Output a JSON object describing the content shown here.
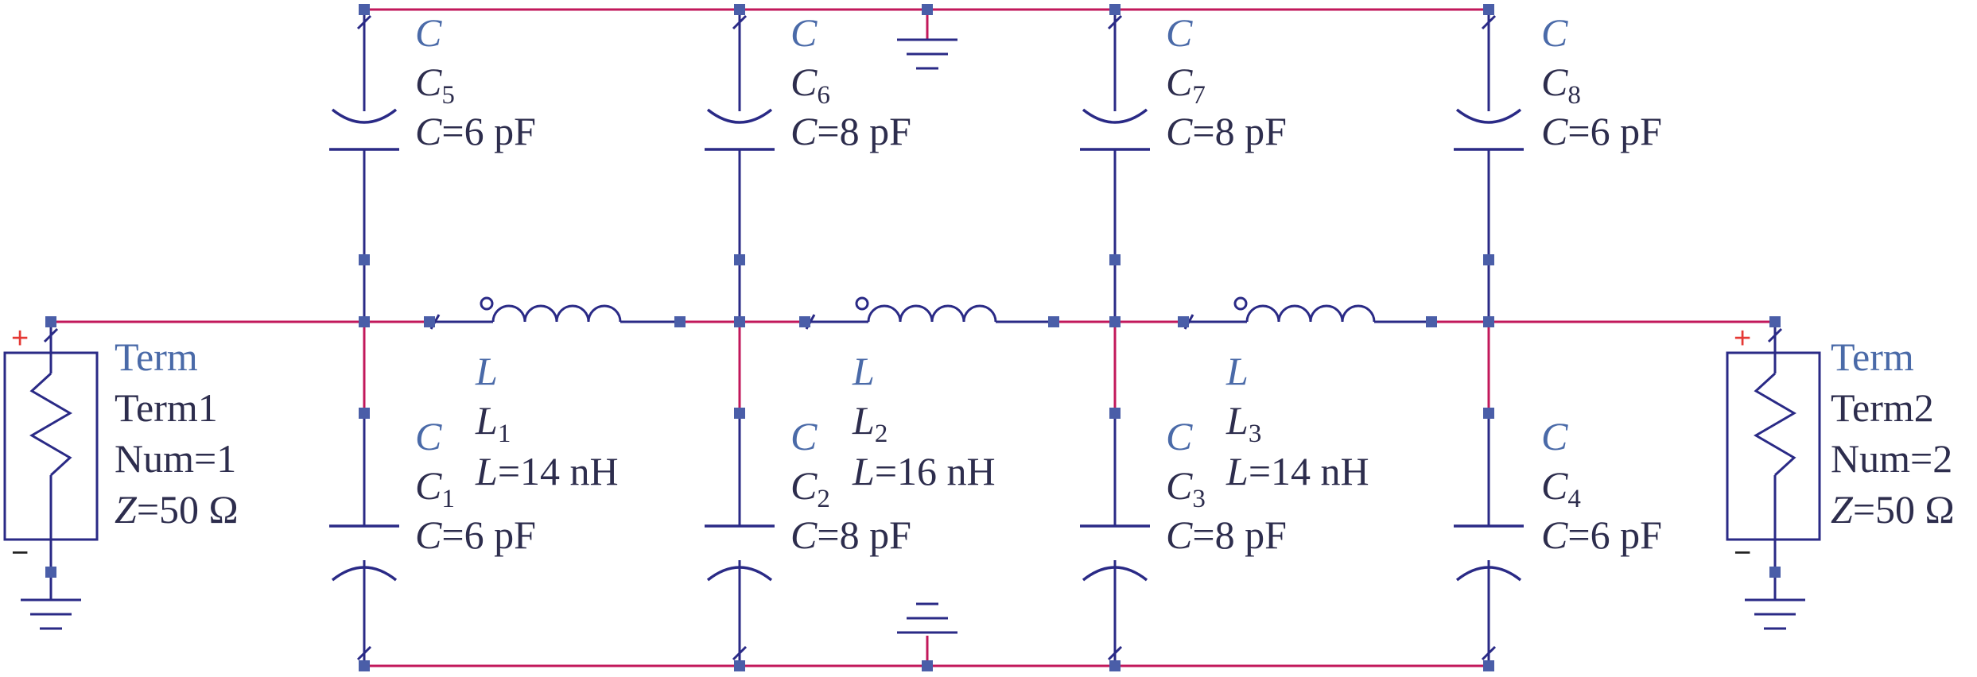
{
  "capacitors": [
    {
      "id": "C1",
      "type": "C",
      "letter": "C",
      "sub": "1",
      "param": "C",
      "value": "6 pF"
    },
    {
      "id": "C2",
      "type": "C",
      "letter": "C",
      "sub": "2",
      "param": "C",
      "value": "8 pF"
    },
    {
      "id": "C3",
      "type": "C",
      "letter": "C",
      "sub": "3",
      "param": "C",
      "value": "8 pF"
    },
    {
      "id": "C4",
      "type": "C",
      "letter": "C",
      "sub": "4",
      "param": "C",
      "value": "6 pF"
    },
    {
      "id": "C5",
      "type": "C",
      "letter": "C",
      "sub": "5",
      "param": "C",
      "value": "6 pF"
    },
    {
      "id": "C6",
      "type": "C",
      "letter": "C",
      "sub": "6",
      "param": "C",
      "value": "8 pF"
    },
    {
      "id": "C7",
      "type": "C",
      "letter": "C",
      "sub": "7",
      "param": "C",
      "value": "8 pF"
    },
    {
      "id": "C8",
      "type": "C",
      "letter": "C",
      "sub": "8",
      "param": "C",
      "value": "6 pF"
    }
  ],
  "inductors": [
    {
      "id": "L1",
      "type": "L",
      "letter": "L",
      "sub": "1",
      "param": "L",
      "value": "14 nH"
    },
    {
      "id": "L2",
      "type": "L",
      "letter": "L",
      "sub": "2",
      "param": "L",
      "value": "16 nH"
    },
    {
      "id": "L3",
      "type": "L",
      "letter": "L",
      "sub": "3",
      "param": "L",
      "value": "14 nH"
    }
  ],
  "terms": [
    {
      "id": "Term1",
      "type": "Term",
      "name": "Term1",
      "num": "Num=1",
      "zparam": "Z",
      "zvalue": "50 Ω"
    },
    {
      "id": "Term2",
      "type": "Term",
      "name": "Term2",
      "num": "Num=2",
      "zparam": "Z",
      "zvalue": "50 Ω"
    }
  ],
  "polarity": {
    "plus": "+",
    "minus": "−"
  },
  "colors": {
    "wire": "#c2185b",
    "component": "#2a2a86",
    "node": "#4a5ea8",
    "type_label": "#4a6aa8",
    "text": "#2d2d4d",
    "plus": "#e53935"
  }
}
